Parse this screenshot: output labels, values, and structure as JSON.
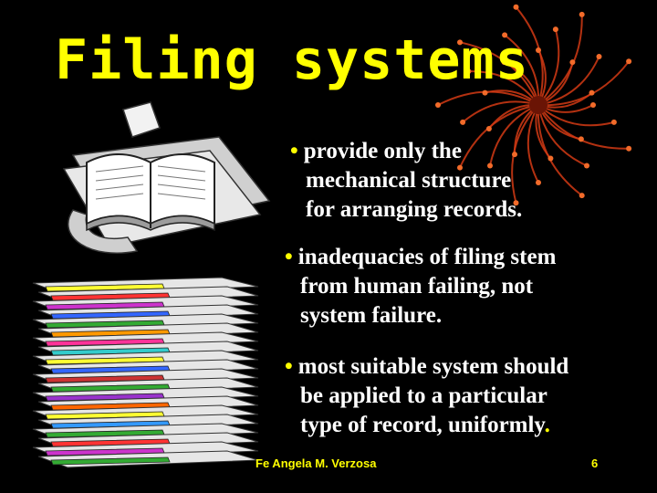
{
  "slide": {
    "title": "Filing systems",
    "bullets": [
      {
        "marker": "•",
        "lines": [
          "provide only the",
          "mechanical structure",
          "for arranging records."
        ]
      },
      {
        "marker": "•",
        "lines": [
          "inadequacies of filing stem",
          "from human failing, not",
          "system failure."
        ]
      },
      {
        "marker": "•",
        "lines": [
          "most suitable system should",
          "be applied to a particular",
          "type of record, uniformly"
        ],
        "end_mark": "."
      }
    ],
    "footer": {
      "author": "Fe Angela M. Verzosa",
      "page": "6"
    }
  },
  "colors": {
    "background": "#000000",
    "title": "#ffff00",
    "text": "#ffffff",
    "accent": "#ffff00",
    "flower": "#d23a14"
  },
  "decorations": [
    "red-flower-icon",
    "open-book-folder-icon",
    "stacked-files-icon"
  ]
}
